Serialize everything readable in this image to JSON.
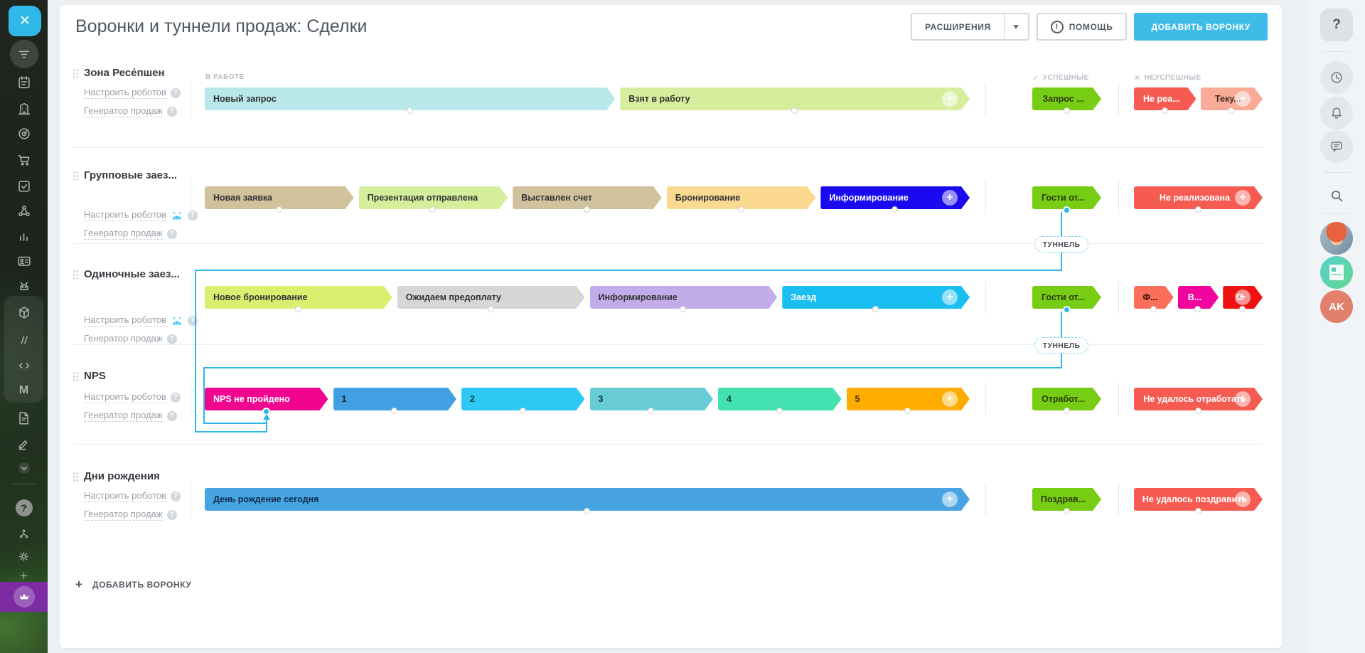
{
  "header": {
    "title": "Воронки и туннели продаж: Сделки",
    "extensions": "РАСШИРЕНИЯ",
    "help": "ПОМОЩЬ",
    "help_icon_glyph": "!",
    "add_funnel": "ДОБАВИТЬ ВОРОНКУ"
  },
  "columns": {
    "in_progress": "В РАБОТЕ",
    "success": "УСПЕШНЫЕ",
    "fail": "НЕУСПЕШНЫЕ",
    "success_mark": "✓",
    "fail_mark": "✕"
  },
  "row_links": {
    "robots": "Настроить роботов",
    "generator": "Генератор продаж",
    "help_glyph": "?"
  },
  "tunnel": {
    "badge": "ТУННЕЛЬ"
  },
  "footer": {
    "add_funnel": "ДОБАВИТЬ ВОРОНКУ",
    "plus_glyph": "+"
  },
  "right_rail": {
    "help_glyph": "?",
    "avatar_initials": "AK"
  },
  "colors": {
    "accent_blue": "#3fbbe8",
    "tunnel_blue": "#2db6e8",
    "success_green": "#77cc14",
    "fail_red": "#f65b51"
  },
  "funnels": [
    {
      "name": "Зона Ресе́пшен",
      "robot": false,
      "stages": [
        {
          "label": "Новый запрос",
          "bg": "#b9e7ea",
          "fg": "#333333",
          "flex": 54
        },
        {
          "label": "Взят в работу",
          "bg": "#d6ed9e",
          "fg": "#333333",
          "flex": 46,
          "plus": true
        }
      ],
      "success": {
        "label": "Запрос ...",
        "bg": "#77cc14",
        "fg": "#2d3d08",
        "dot": "white"
      },
      "fail": [
        {
          "label": "Не реа...",
          "bg": "#f65b51",
          "fg": "#ffffff",
          "flex": 50
        },
        {
          "label": "Теку...",
          "bg": "#f9ab97",
          "fg": "#45281f",
          "flex": 50,
          "plus": true
        }
      ]
    },
    {
      "name": "Групповые заез...",
      "robot": true,
      "stages": [
        {
          "label": "Новая заявка",
          "bg": "#cfc29d",
          "fg": "#333333",
          "flex": 20
        },
        {
          "label": "Презентация отправлена",
          "bg": "#d5ee9c",
          "fg": "#333333",
          "flex": 20
        },
        {
          "label": "Выставлен счет",
          "bg": "#cfc29d",
          "fg": "#333333",
          "flex": 20
        },
        {
          "label": "Бронирование",
          "bg": "#fbd991",
          "fg": "#333333",
          "flex": 20
        },
        {
          "label": "Информирование",
          "bg": "#1a0af0",
          "fg": "#ffffff",
          "flex": 20,
          "plus": true
        }
      ],
      "success": {
        "label": "Гости от...",
        "bg": "#77cc14",
        "fg": "#2d3d08",
        "dot": "blue"
      },
      "fail": [
        {
          "label": "Не реализована",
          "bg": "#f65b51",
          "fg": "#ffffff",
          "flex": 100,
          "plus": true
        }
      ]
    },
    {
      "name": "Одиночные заез...",
      "robot": true,
      "stages": [
        {
          "label": "Новое бронирование",
          "bg": "#dcee70",
          "fg": "#333333",
          "flex": 25
        },
        {
          "label": "Ожидаем предоплату",
          "bg": "#d6d6d8",
          "fg": "#333333",
          "flex": 25
        },
        {
          "label": "Информирование",
          "bg": "#c2adea",
          "fg": "#333333",
          "flex": 25
        },
        {
          "label": "Заезд",
          "bg": "#19bff2",
          "fg": "#ffffff",
          "flex": 25,
          "plus": true
        }
      ],
      "success": {
        "label": "Гости от...",
        "bg": "#77cc14",
        "fg": "#2d3d08",
        "dot": "blue"
      },
      "fail": [
        {
          "label": "Ф...",
          "bg": "#fa6e5a",
          "fg": "#3d120c",
          "flex": 33
        },
        {
          "label": "В...",
          "bg": "#f2059e",
          "fg": "#ffffff",
          "flex": 34
        },
        {
          "label": "С",
          "bg": "#ee1212",
          "fg": "#ffffff",
          "flex": 33,
          "plus": true
        }
      ]
    },
    {
      "name": "NPS",
      "robot": false,
      "stages": [
        {
          "label": "NPS не пройдено",
          "bg": "#f2058e",
          "fg": "#ffffff",
          "flex": 17,
          "dot": "blue"
        },
        {
          "label": "1",
          "bg": "#429fe2",
          "fg": "#15293a",
          "flex": 17
        },
        {
          "label": "2",
          "bg": "#2ec8f5",
          "fg": "#123a47",
          "flex": 17
        },
        {
          "label": "3",
          "bg": "#67ccd6",
          "fg": "#143a3e",
          "flex": 17
        },
        {
          "label": "4",
          "bg": "#43e0b0",
          "fg": "#113c2d",
          "flex": 17
        },
        {
          "label": "5",
          "bg": "#ffac00",
          "fg": "#463000",
          "flex": 17,
          "plus": true
        }
      ],
      "success": {
        "label": "Отработ...",
        "bg": "#77cc14",
        "fg": "#2d3d08",
        "dot": "white"
      },
      "fail": [
        {
          "label": "Не удалось отработать",
          "bg": "#f65b51",
          "fg": "#ffffff",
          "flex": 100,
          "plus": true
        }
      ]
    },
    {
      "name": "Дни рождения",
      "robot": false,
      "stages": [
        {
          "label": "День рождение сегодня",
          "bg": "#47a3e2",
          "fg": "#0f2d49",
          "flex": 100,
          "plus": true
        }
      ],
      "success": {
        "label": "Поздрав...",
        "bg": "#77cc14",
        "fg": "#2d3d08",
        "dot": "white"
      },
      "fail": [
        {
          "label": "Не удалось поздравить",
          "bg": "#f65b51",
          "fg": "#ffffff",
          "flex": 100,
          "plus": true
        }
      ]
    }
  ]
}
